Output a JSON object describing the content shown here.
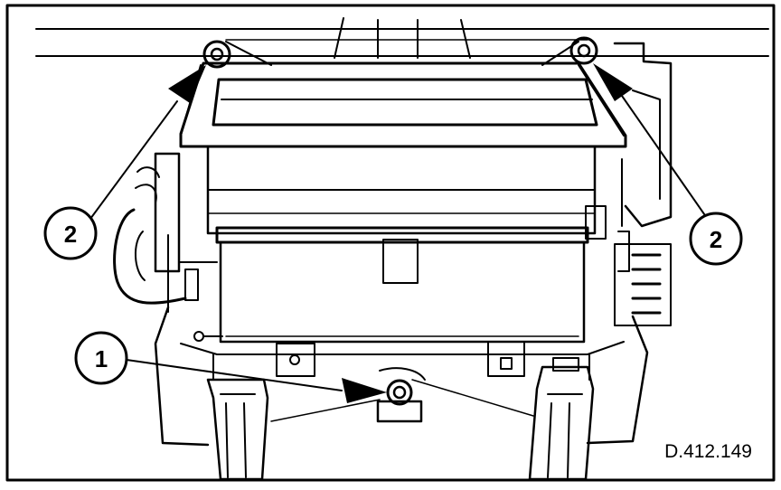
{
  "figure": {
    "reference": "D.412.149",
    "callouts": [
      {
        "id": "left",
        "label": "2"
      },
      {
        "id": "right",
        "label": "2"
      },
      {
        "id": "bottom",
        "label": "1"
      }
    ]
  }
}
